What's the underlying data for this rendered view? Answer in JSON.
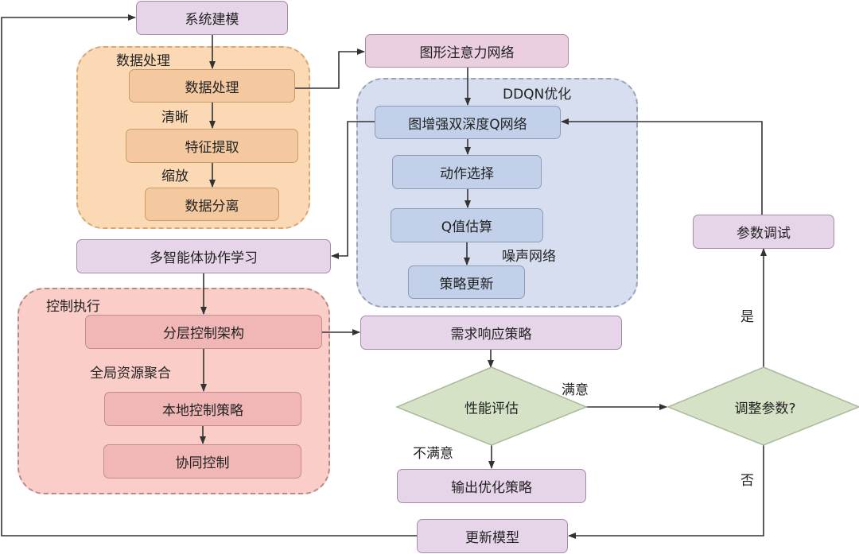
{
  "groups": {
    "data_processing": "数据处理",
    "ddqn": "DDQN优化",
    "control": "控制执行"
  },
  "nodes": {
    "system_modeling": "系统建模",
    "data_proc": "数据处理",
    "feature_extract": "特征提取",
    "data_split": "数据分离",
    "gat": "图形注意力网络",
    "gddqn": "图增强双深度Q网络",
    "action_select": "动作选择",
    "q_estimate": "Q值估算",
    "policy_update": "策略更新",
    "marl": "多智能体协作学习",
    "hier_control": "分层控制架构",
    "local_control": "本地控制策略",
    "coop_control": "协同控制",
    "demand_response": "需求响应策略",
    "perf_eval": "性能评估",
    "adjust_params": "调整参数?",
    "param_tune": "参数调试",
    "output_policy": "输出优化策略",
    "update_model": "更新模型"
  },
  "edge_labels": {
    "clear": "清晰",
    "scale": "缩放",
    "noise_net": "噪声网络",
    "global_agg": "全局资源聚合",
    "satisfied": "满意",
    "unsatisfied": "不满意",
    "yes": "是",
    "no": "否"
  },
  "colors": {
    "line": "#333333",
    "diamond_fill": "#d5e2c6",
    "diamond_stroke": "#a9b99a"
  }
}
